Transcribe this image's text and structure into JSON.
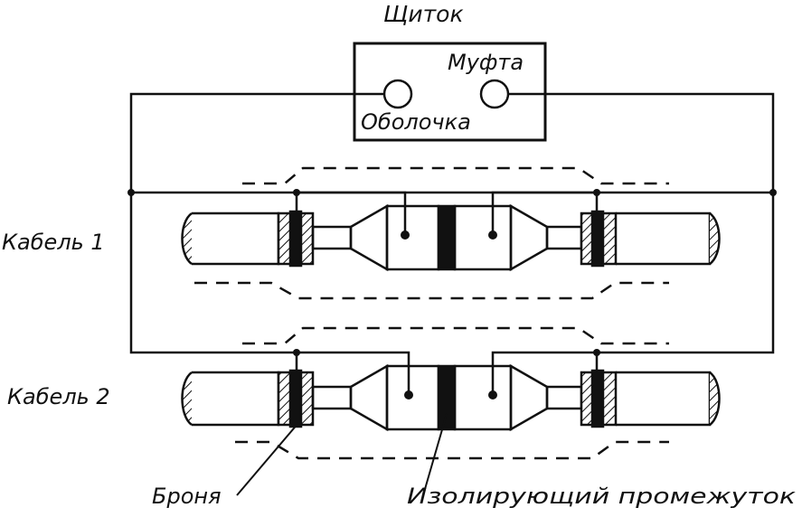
{
  "labels": {
    "panel": "Щиток",
    "coupling": "Муфта",
    "sheath": "Оболочка",
    "cable1": "Кабель 1",
    "cable2": "Кабель 2",
    "armor": "Броня",
    "insulating_gap": "Изолирующий промежуток"
  }
}
